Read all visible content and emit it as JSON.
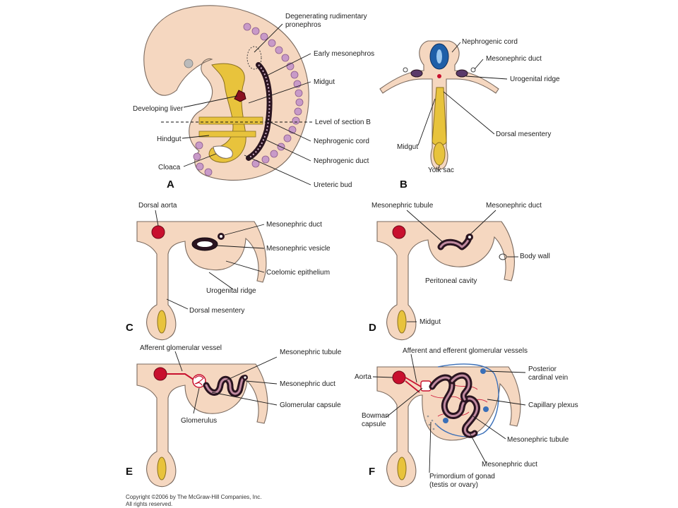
{
  "panels": {
    "A": {
      "letter": "A",
      "labels": {
        "degenerating_1": "Degenerating rudimentary",
        "degenerating_2": "pronephros",
        "early_mesonephros": "Early mesonephros",
        "midgut": "Midgut",
        "developing_liver": "Developing liver",
        "level_section_b": "Level of section B",
        "hindgut": "Hindgut",
        "nephrogenic_cord": "Nephrogenic cord",
        "nephrogenic_duct": "Nephrogenic duct",
        "cloaca": "Cloaca",
        "ureteric_bud": "Ureteric bud"
      }
    },
    "B": {
      "letter": "B",
      "labels": {
        "nephrogenic_cord": "Nephrogenic cord",
        "mesonephric_duct": "Mesonephric duct",
        "urogenital_ridge": "Urogenital ridge",
        "dorsal_mesentery": "Dorsal mesentery",
        "midgut": "Midgut",
        "yolk_sac": "Yolk sac"
      }
    },
    "C": {
      "letter": "C",
      "labels": {
        "dorsal_aorta": "Dorsal aorta",
        "mesonephric_duct": "Mesonephric duct",
        "mesonephric_vesicle": "Mesonephric vesicle",
        "coelomic_epithelium": "Coelomic epithelium",
        "urogenital_ridge": "Urogenital ridge",
        "dorsal_mesentery": "Dorsal mesentery"
      }
    },
    "D": {
      "letter": "D",
      "labels": {
        "mesonephric_tubule": "Mesonephric tubule",
        "mesonephric_duct": "Mesonephric duct",
        "body_wall": "Body wall",
        "peritoneal_cavity": "Peritoneal cavity",
        "midgut": "Midgut"
      }
    },
    "E": {
      "letter": "E",
      "labels": {
        "afferent_vessel": "Afferent glomerular vessel",
        "mesonephric_tubule": "Mesonephric tubule",
        "mesonephric_duct": "Mesonephric duct",
        "glomerular_capsule": "Glomerular capsule",
        "glomerulus": "Glomerulus"
      }
    },
    "F": {
      "letter": "F",
      "labels": {
        "afferent_efferent": "Afferent and efferent glomerular vessels",
        "aorta": "Aorta",
        "posterior_cardinal_1": "Posterior",
        "posterior_cardinal_2": "cardinal vein",
        "capillary_plexus": "Capillary plexus",
        "bowman_1": "Bowman",
        "bowman_2": "capsule",
        "mesonephric_tubule": "Mesonephric tubule",
        "mesonephric_duct": "Mesonephric duct",
        "primordium_1": "Primordium of gonad",
        "primordium_2": "(testis or ovary)"
      }
    }
  },
  "copyright": {
    "line1": "Copyright ©2006 by The McGraw-Hill Companies, Inc.",
    "line2": "All rights reserved."
  },
  "colors": {
    "tissue": "#f5d7c0",
    "gut": "#e8c33c",
    "aorta": "#c8102e",
    "tubule": "#2a1420",
    "somite": "#c89ac8",
    "neural": "#1f5fa8"
  }
}
